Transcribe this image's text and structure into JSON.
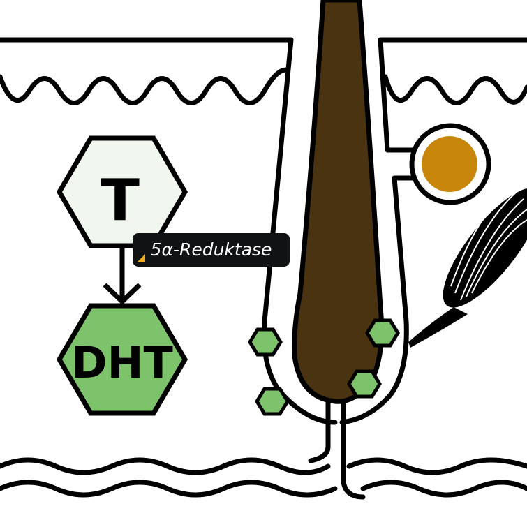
{
  "hormones": {
    "testosterone": "T",
    "dht": "DHT"
  },
  "enzyme_label": "5α-Reduktase",
  "colors": {
    "hair": "#4a3310",
    "gland": "#c8860a",
    "dht": "#7dc36b",
    "testosterone": "#f1f7ef",
    "label_bg": "#111214",
    "accent": "#f0a820"
  }
}
